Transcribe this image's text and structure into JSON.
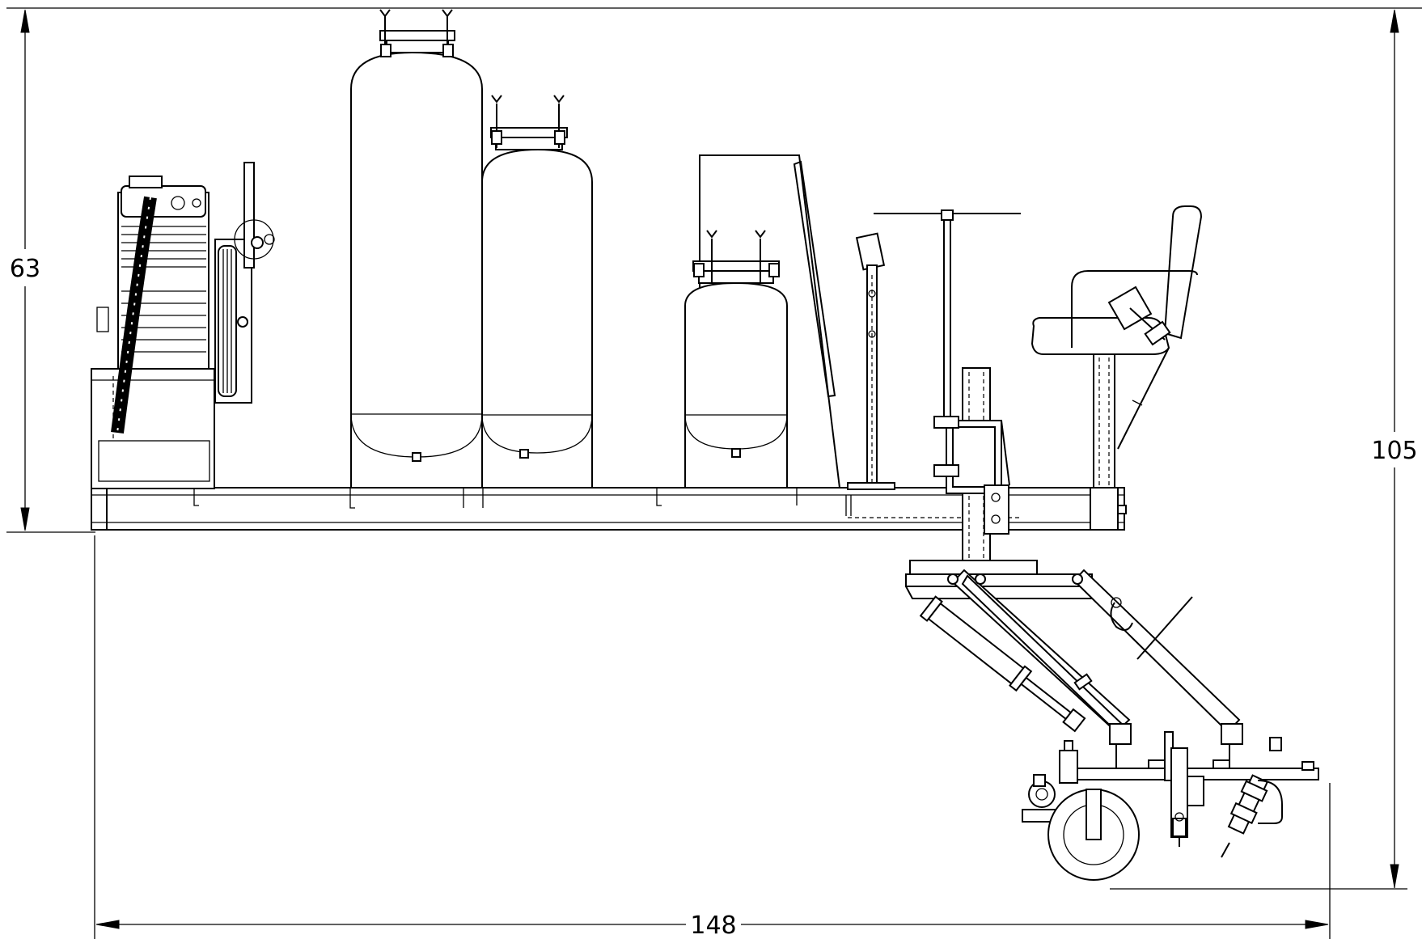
{
  "dimensions": {
    "frame_height": "63",
    "overall_height": "105",
    "overall_length": "148"
  }
}
